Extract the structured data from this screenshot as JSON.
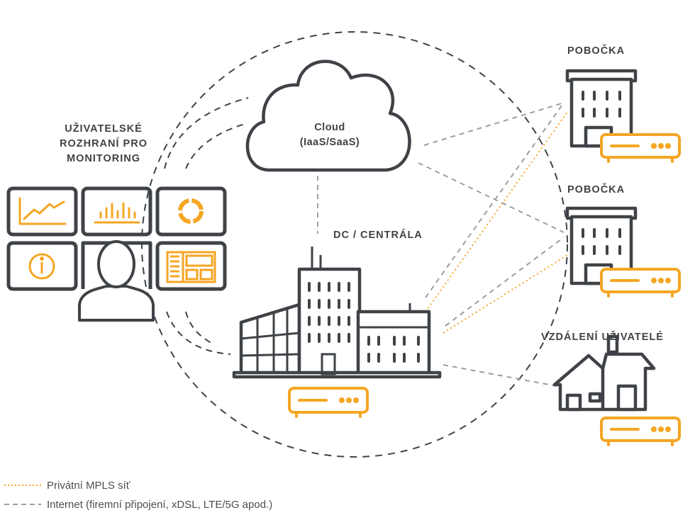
{
  "labels": {
    "monitoring": [
      "UŽIVATELSKÉ",
      "ROZHRANÍ PRO",
      "MONITORING"
    ],
    "cloud": [
      "Cloud",
      "(IaaS/SaaS)"
    ],
    "dc": "DC / CENTRÁLA",
    "branch_1": "POBOČKA",
    "branch_2": "POBOČKA",
    "remote": "VZDÁLENÍ UŽIVATELÉ"
  },
  "legend": [
    {
      "style": "dotted",
      "color": "#f5a623",
      "label": "Privátní MPLS síť"
    },
    {
      "style": "dashed",
      "color": "#9b9ea2",
      "label": "Internet (firemní připojení, xDSL, LTE/5G apod.)"
    }
  ],
  "colors": {
    "dark": "#3f4347",
    "orange": "#f5a623",
    "gray": "#9b9ea2"
  },
  "icons": [
    "line-chart-icon",
    "bar-chart-icon",
    "donut-chart-icon",
    "info-icon",
    "user-icon",
    "dashboard-icon",
    "cloud-icon",
    "office-building-icon",
    "router-icon",
    "house-icon"
  ]
}
